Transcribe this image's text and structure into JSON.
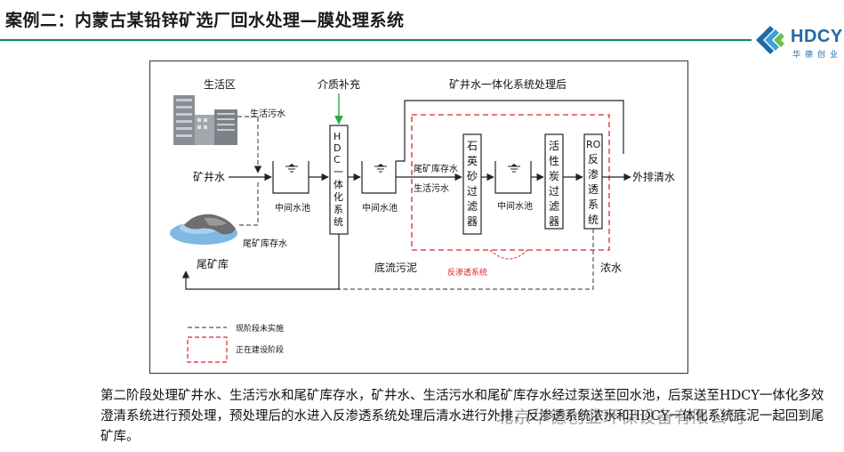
{
  "header": {
    "title": "案例二：内蒙古某铅锌矿选厂回水处理—膜处理系统"
  },
  "logo": {
    "brand": "HDCY",
    "sub": "华德创业"
  },
  "diagram": {
    "living_area": "生活区",
    "living_sewage_top": "生活污水",
    "mine_water": "矿井水",
    "tailings_storage_water_left": "尾矿库存水",
    "tailings_pond": "尾矿库",
    "intermediate_pool_1": "中间水池",
    "medium_supplement": "介质补充",
    "hdc_unit": "HDC一体化系统",
    "intermediate_pool_2": "中间水池",
    "after_integrated_title": "矿井水一体化系统处理后",
    "tailings_storage_water_mid": "尾矿库存水",
    "living_sewage_mid": "生活污水",
    "quartz_filter": "石英砂过滤器",
    "intermediate_pool_3": "中间水池",
    "carbon_filter": "活性炭过滤器",
    "ro_system": "RO反渗透系统",
    "discharge_clear_water": "外排清水",
    "underflow_sludge": "底流污泥",
    "ro_system_label": "反渗透系统",
    "concentrate_water": "浓水",
    "legend_existing": "现阶段未实施",
    "legend_building": "正在建设阶段"
  },
  "description": "第二阶段处理矿井水、生活污水和尾矿库存水，矿井水、生活污水和尾矿库存水经过泵送至回水池，后泵送至HDCY一体化多效澄清系统进行预处理，预处理后的水进入反渗透系统处理后清水进行外排，反渗透系统浓水和HDCY一体化系统底泥一起回到尾矿库。",
  "watermark": "北京华德创业环保设备有限公司"
}
